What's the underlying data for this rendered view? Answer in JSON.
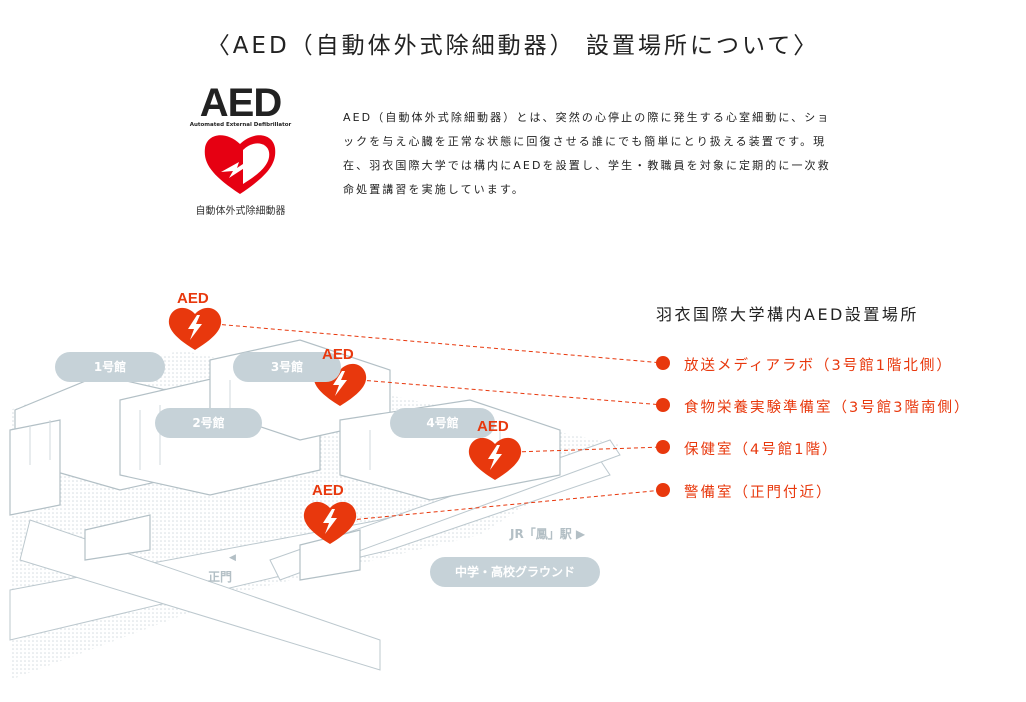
{
  "title": "〈AED（自動体外式除細動器） 設置場所について〉",
  "logo": {
    "main": "AED",
    "sub": "Automated External Defibrillator",
    "jp": "自動体外式除細動器"
  },
  "description": "AED（自動体外式除細動器）とは、突然の心停止の際に発生する心室細動に、ショックを与え心臓を正常な状態に回復させる誰にでも簡単にとり扱える装置です。現在、羽衣国際大学では構内にAEDを設置し、学生・教職員を対象に定期的に一次救命処置講習を実施しています。",
  "map": {
    "buildings": [
      "1号館",
      "2号館",
      "3号館",
      "4号館"
    ],
    "ground": "中学・高校グラウンド",
    "station": "JR「鳳」駅 ▶",
    "gate": "正門",
    "gate_arrow": "◀",
    "marker_label": "AED"
  },
  "legend": {
    "title": "羽衣国際大学構内AED設置場所",
    "items": [
      "放送メディアラボ（3号館1階北側）",
      "食物栄養実験準備室（3号館3階南側）",
      "保健室（4号館1階）",
      "警備室（正門付近）"
    ]
  },
  "colors": {
    "accent": "#e8380d",
    "map_gray": "#c6d2d8"
  }
}
